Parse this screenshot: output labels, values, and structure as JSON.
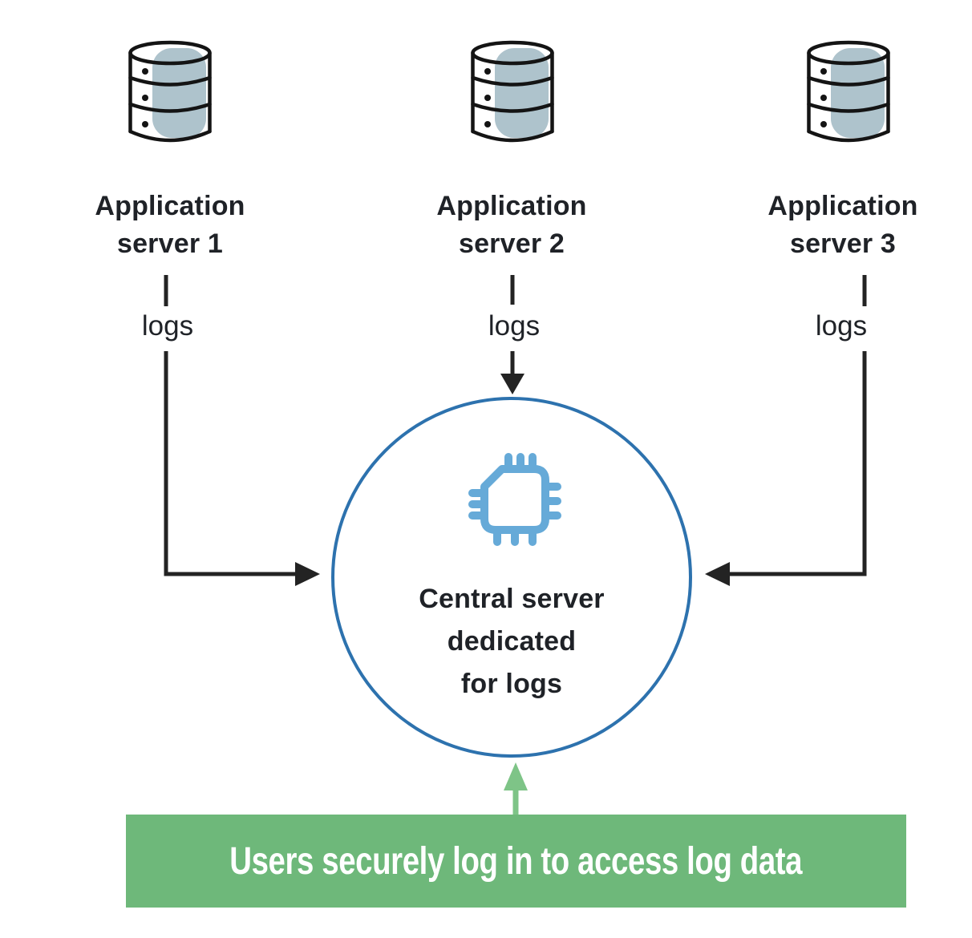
{
  "servers": [
    {
      "name": "application-server-1",
      "label": "Application\nserver 1",
      "connection_label": "logs"
    },
    {
      "name": "application-server-2",
      "label": "Application\nserver 2",
      "connection_label": "logs"
    },
    {
      "name": "application-server-3",
      "label": "Application\nserver 3",
      "connection_label": "logs"
    }
  ],
  "central_server": {
    "label": "Central server\ndedicated\nfor logs"
  },
  "users_banner": {
    "label": "Users securely log in to access log data"
  },
  "colors": {
    "line_black": "#232323",
    "text_dark": "#1f2227",
    "circle_blue": "#2d72ae",
    "chip_blue": "#66aad8",
    "db_fill_gray": "#aec3cc",
    "db_outline": "#141414",
    "banner_green": "#6eb87a",
    "arrow_green": "#7ec487",
    "banner_text": "#ffffff"
  }
}
